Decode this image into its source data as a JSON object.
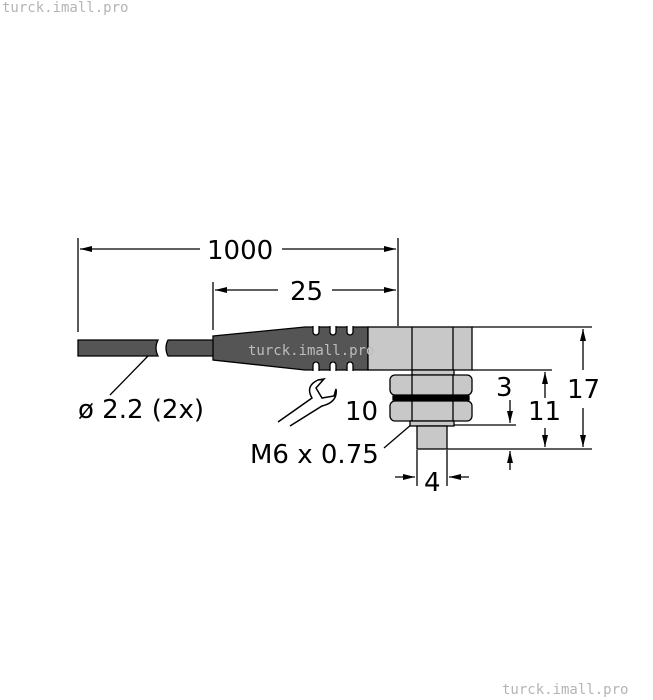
{
  "watermark": "turck.imall.pro",
  "dimensions": {
    "total_length": "1000",
    "boot_length": "25",
    "cable_diameter": "ø 2.2 (2x)",
    "wrench_size": "10",
    "thread": "M6 x 0.75",
    "nut_height": "3",
    "body_to_pin": "11",
    "overall_height": "17",
    "pin_width": "4"
  },
  "colors": {
    "cable": "#555555",
    "body": "#c8c8c8",
    "line": "#000000"
  }
}
